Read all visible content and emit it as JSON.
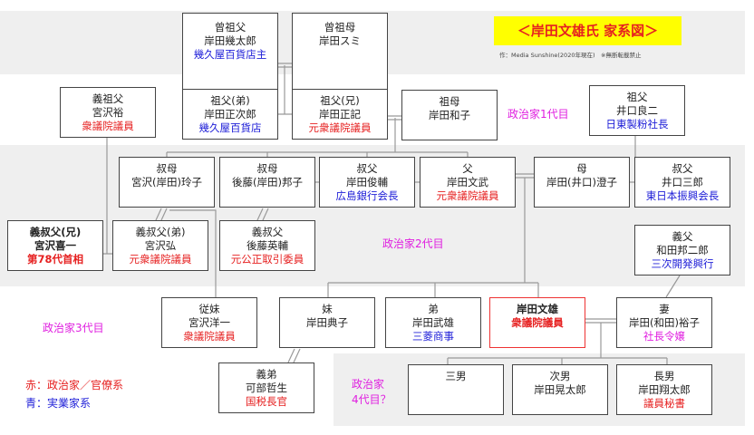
{
  "title": "＜岸田文雄氏 家系図＞",
  "credit": "作：Media Sunshine(2020年現在)　※無断転載禁止",
  "generation_labels": {
    "gen1": "政治家1代目",
    "gen2": "政治家2代目",
    "gen3": "政治家3代目",
    "gen4a": "政治家",
    "gen4b": "4代目？"
  },
  "legend": {
    "red": "赤：政治家／官僚系",
    "blue": "青：実業家系"
  },
  "colors": {
    "politician": "#e62020",
    "business": "#2020d8",
    "generation": "#e020e0",
    "title_bg": "#ffff00"
  },
  "people": {
    "great_grandfather": {
      "relation": "曾祖父",
      "name": "岸田幾太郎",
      "role": "幾久屋百貨店主",
      "role_type": "b"
    },
    "great_grandmother": {
      "relation": "曾祖母",
      "name": "岸田スミ"
    },
    "step_grandfather": {
      "relation": "義祖父",
      "name": "宮沢裕",
      "role": "衆議院議員",
      "role_type": "r"
    },
    "grandfather_younger": {
      "relation": "祖父(弟)",
      "name": "岸田正次郎",
      "role": "幾久屋百貨店",
      "role_type": "b"
    },
    "grandfather_elder": {
      "relation": "祖父(兄)",
      "name": "岸田正記",
      "role": "元衆議院議員",
      "role_type": "r"
    },
    "grandmother": {
      "relation": "祖母",
      "name": "岸田和子"
    },
    "maternal_grandfather": {
      "relation": "祖父",
      "name": "井口良二",
      "role": "日東製粉社長",
      "role_type": "b"
    },
    "aunt_miyazawa": {
      "relation": "叔母",
      "name": "宮沢(岸田)玲子"
    },
    "aunt_goto": {
      "relation": "叔母",
      "name": "後藤(岸田)邦子"
    },
    "uncle_shunsuke": {
      "relation": "叔父",
      "name": "岸田俊輔",
      "role": "広島銀行会長",
      "role_type": "b"
    },
    "father": {
      "relation": "父",
      "name": "岸田文武",
      "role": "元衆議院議員",
      "role_type": "r"
    },
    "mother": {
      "relation": "母",
      "name": "岸田(井口)澄子"
    },
    "uncle_saburo": {
      "relation": "叔父",
      "name": "井口三郎",
      "role": "東日本振興会長",
      "role_type": "b"
    },
    "uncle_in_law_elder": {
      "relation": "義叔父(兄)",
      "name": "宮沢喜一",
      "role": "第78代首相",
      "role_type": "r"
    },
    "uncle_in_law_younger": {
      "relation": "義叔父(弟)",
      "name": "宮沢弘",
      "role": "元衆議院議員",
      "role_type": "r"
    },
    "uncle_in_law_goto": {
      "relation": "義叔父",
      "name": "後藤英輔",
      "role": "元公正取引委員",
      "role_type": "r"
    },
    "father_in_law": {
      "relation": "義父",
      "name": "和田邦二郎",
      "role": "三次開発興行",
      "role_type": "b"
    },
    "cousin": {
      "relation": "従妹",
      "name": "宮沢洋一",
      "role": "衆議院議員",
      "role_type": "r"
    },
    "sister": {
      "relation": "妹",
      "name": "岸田典子"
    },
    "brother": {
      "relation": "弟",
      "name": "岸田武雄",
      "role": "三菱商事",
      "role_type": "b"
    },
    "fumio": {
      "name": "岸田文雄",
      "role": "衆議院議員",
      "role_type": "r"
    },
    "wife": {
      "relation": "妻",
      "name": "岸田(和田)裕子",
      "role": "社長令嬢",
      "role_type": "p"
    },
    "brother_in_law": {
      "relation": "義弟",
      "name": "可部哲生",
      "role": "国税長官",
      "role_type": "r"
    },
    "third_son": {
      "relation": "三男"
    },
    "second_son": {
      "relation": "次男",
      "name": "岸田晃太郎"
    },
    "eldest_son": {
      "relation": "長男",
      "name": "岸田翔太郎",
      "role": "議員秘書",
      "role_type": "r"
    }
  }
}
